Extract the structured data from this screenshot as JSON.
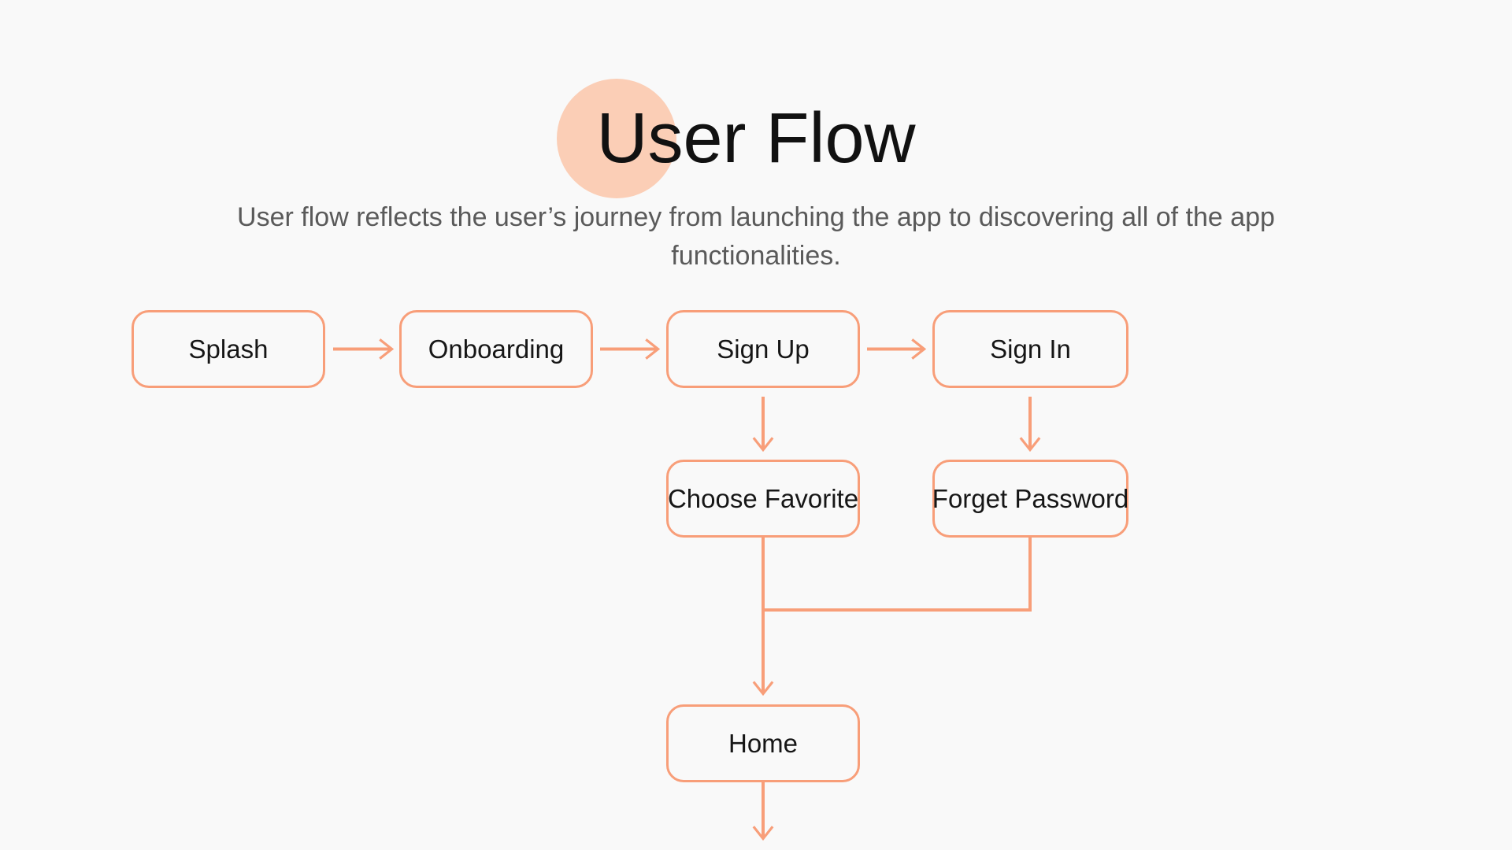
{
  "page": {
    "background": "#F9F9F9"
  },
  "header": {
    "title": "User Flow",
    "subtitle": "User flow reflects the user’s journey from launching the app to discovering all of the app functionalities."
  },
  "flow": {
    "nodes": [
      {
        "id": "splash",
        "label": "Splash"
      },
      {
        "id": "onboarding",
        "label": "Onboarding"
      },
      {
        "id": "sign-up",
        "label": "Sign Up"
      },
      {
        "id": "sign-in",
        "label": "Sign In"
      },
      {
        "id": "choose-favorite",
        "label": "Choose Favorite"
      },
      {
        "id": "forget-password",
        "label": "Forget Password"
      },
      {
        "id": "home",
        "label": "Home"
      }
    ],
    "edges": [
      {
        "from": "splash",
        "to": "onboarding"
      },
      {
        "from": "onboarding",
        "to": "sign-up"
      },
      {
        "from": "sign-up",
        "to": "sign-in"
      },
      {
        "from": "sign-up",
        "to": "choose-favorite"
      },
      {
        "from": "sign-in",
        "to": "forget-password"
      },
      {
        "from": "choose-favorite",
        "to": "home"
      },
      {
        "from": "forget-password",
        "to": "home"
      },
      {
        "from": "home",
        "to": "",
        "note": "arrow continues below visible area"
      }
    ]
  },
  "colors": {
    "accent_line": "#F89E79",
    "title_circle": "#FBCEB6",
    "background": "#F9F9F9",
    "title_text": "#111111",
    "subtitle_text": "#5A5A5A",
    "node_text": "#161616"
  }
}
